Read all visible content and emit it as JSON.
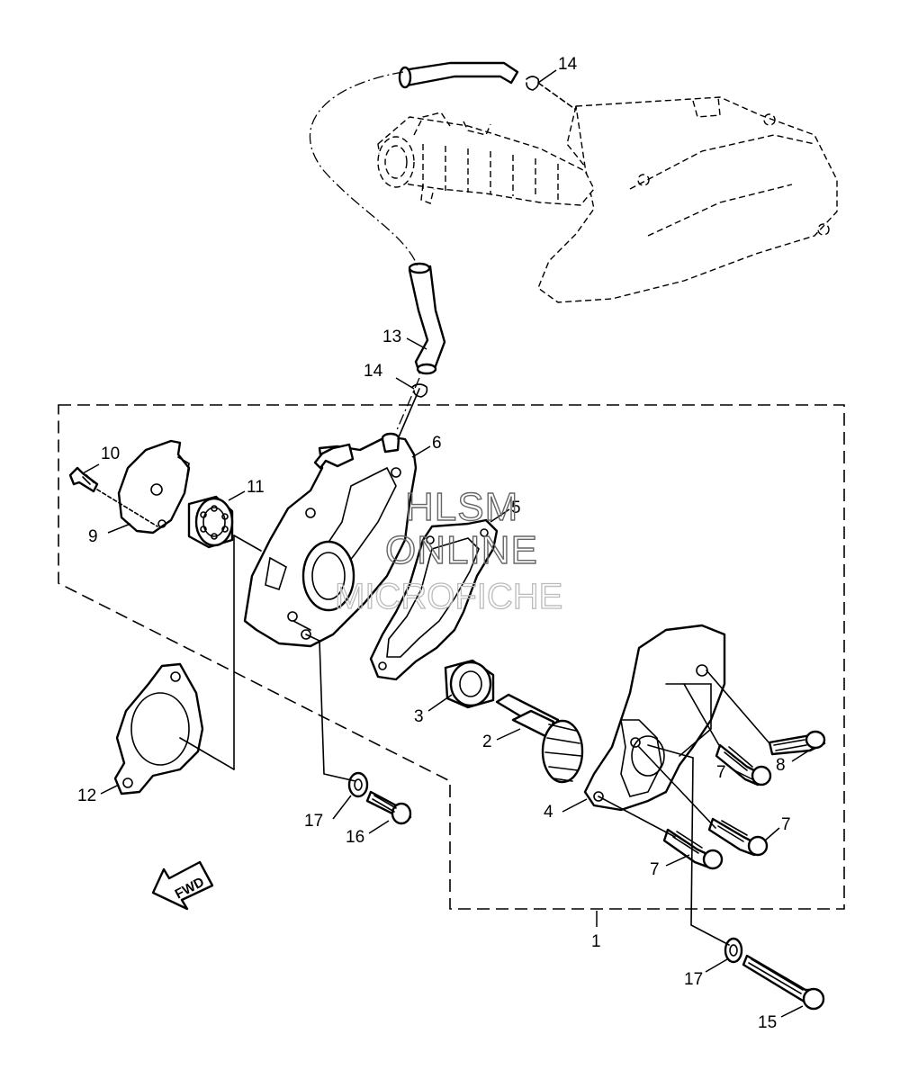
{
  "callouts": [
    {
      "id": "c14a",
      "text": "14"
    },
    {
      "id": "c13",
      "text": "13"
    },
    {
      "id": "c14b",
      "text": "14"
    },
    {
      "id": "c6",
      "text": "6"
    },
    {
      "id": "c10",
      "text": "10"
    },
    {
      "id": "c11",
      "text": "11"
    },
    {
      "id": "c9",
      "text": "9"
    },
    {
      "id": "c5",
      "text": "5"
    },
    {
      "id": "c3",
      "text": "3"
    },
    {
      "id": "c2",
      "text": "2"
    },
    {
      "id": "c12",
      "text": "12"
    },
    {
      "id": "c17a",
      "text": "17"
    },
    {
      "id": "c16",
      "text": "16"
    },
    {
      "id": "c4",
      "text": "4"
    },
    {
      "id": "c7a",
      "text": "7"
    },
    {
      "id": "c8",
      "text": "8"
    },
    {
      "id": "c7b",
      "text": "7"
    },
    {
      "id": "c7c",
      "text": "7"
    },
    {
      "id": "c1",
      "text": "1"
    },
    {
      "id": "c17b",
      "text": "17"
    },
    {
      "id": "c15",
      "text": "15"
    }
  ],
  "watermark": {
    "line1": "HLSM",
    "line2": "ONLINE",
    "line3": "MICROFICHE"
  },
  "fwd_label": "FWD"
}
